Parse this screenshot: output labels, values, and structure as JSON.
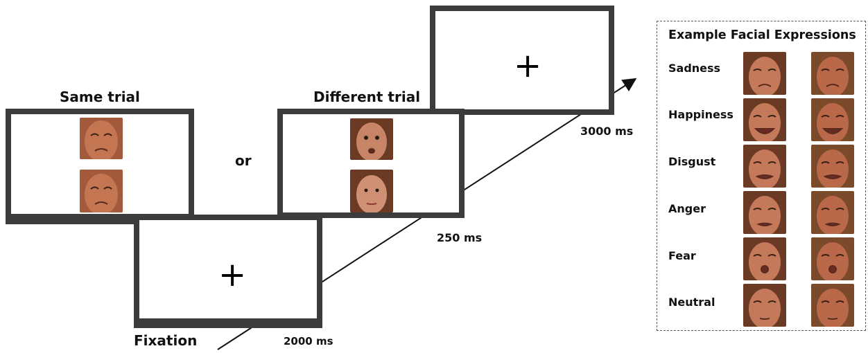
{
  "trials": {
    "same_label": "Same trial",
    "different_label": "Different trial",
    "or_label": "or"
  },
  "timeline": {
    "fixation_label": "Fixation",
    "fixation_duration": "2000 ms",
    "stimulus_duration": "250 ms",
    "response_duration": "3000 ms",
    "cross_symbol": "+"
  },
  "examples": {
    "title": "Example Facial Expressions",
    "expressions": [
      "Sadness",
      "Happiness",
      "Disgust",
      "Anger",
      "Fear",
      "Neutral"
    ]
  },
  "colors": {
    "frame": "#3c3c3c",
    "skin_female": "#c47a5a",
    "skin_male": "#b9684a",
    "hair_female": "#6b3a24",
    "hair_male": "#7a4a2a"
  }
}
